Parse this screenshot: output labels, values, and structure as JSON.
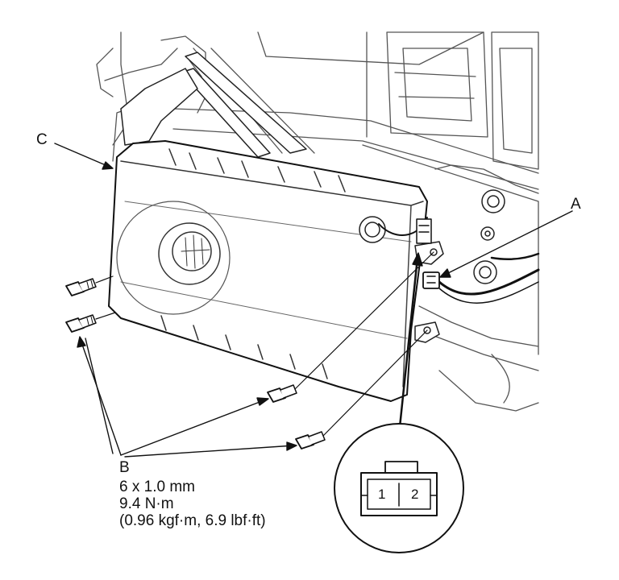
{
  "callouts": {
    "a": "A",
    "b": "B",
    "c": "C"
  },
  "spec": {
    "bolt_size": "6 x 1.0 mm",
    "torque_nm": "9.4 N·m",
    "torque_alt": "(0.96 kgf·m, 6.9 lbf·ft)"
  },
  "connector": {
    "pin_1": "1",
    "pin_2": "2"
  }
}
